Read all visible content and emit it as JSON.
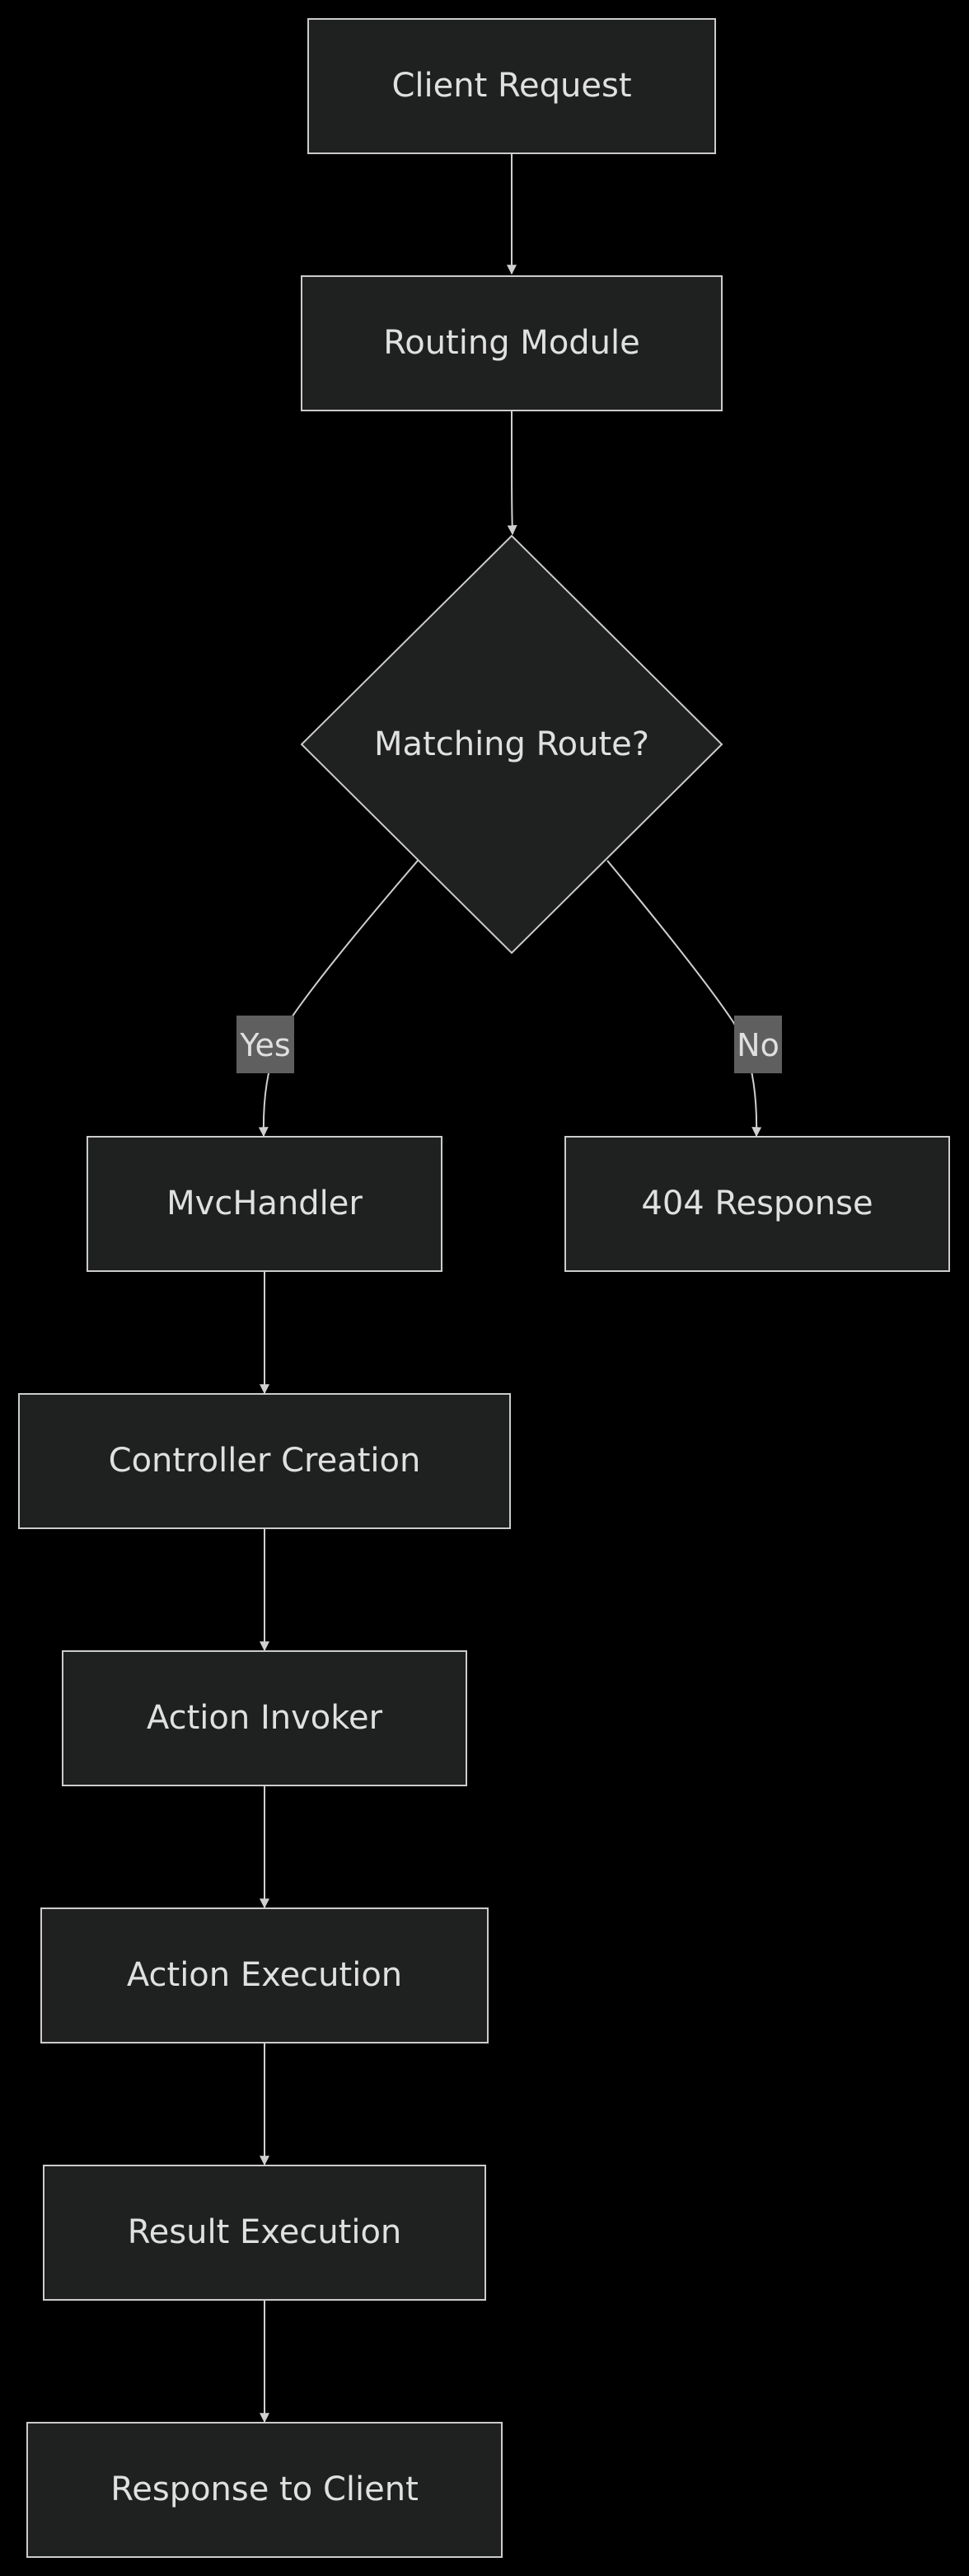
{
  "nodes": {
    "client_request": "Client Request",
    "routing_module": "Routing Module",
    "matching_route": "Matching Route?",
    "mvc_handler": "MvcHandler",
    "response_404": "404 Response",
    "controller_creation": "Controller Creation",
    "action_invoker": "Action Invoker",
    "action_execution": "Action Execution",
    "result_execution": "Result Execution",
    "response_to_client": "Response to Client"
  },
  "edge_labels": {
    "yes": "Yes",
    "no": "No"
  },
  "colors": {
    "background": "#000000",
    "node_fill": "#1f2020",
    "node_stroke": "#cccccc",
    "text": "#e0e0e0",
    "edge_label_bg": "#5f5f5f"
  }
}
